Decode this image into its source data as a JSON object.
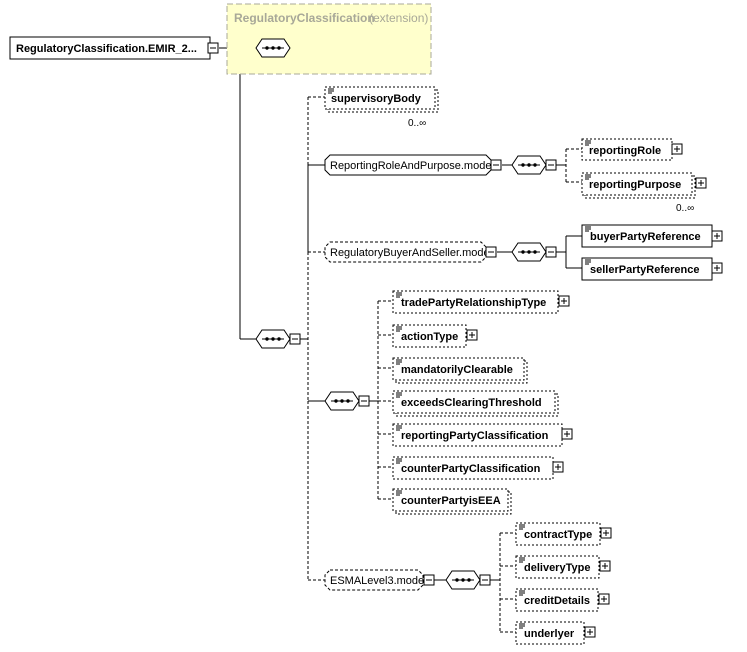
{
  "root": {
    "label": "RegulatoryClassification.EMIR_2..."
  },
  "extension": {
    "name": "RegulatoryClassification",
    "suffix": "(extension)"
  },
  "supervisory": {
    "label": "supervisoryBody",
    "cardinality": "0..∞"
  },
  "reporting_group": {
    "label": "ReportingRoleAndPurpose.model",
    "children": [
      {
        "label": "reportingRole"
      },
      {
        "label": "reportingPurpose",
        "cardinality": "0..∞"
      }
    ]
  },
  "buyer_seller_group": {
    "label": "RegulatoryBuyerAndSeller.model",
    "children": [
      {
        "label": "buyerPartyReference"
      },
      {
        "label": "sellerPartyReference"
      }
    ]
  },
  "party_sequence": {
    "children": [
      {
        "label": "tradePartyRelationshipType"
      },
      {
        "label": "actionType"
      },
      {
        "label": "mandatorilyClearable"
      },
      {
        "label": "exceedsClearingThreshold"
      },
      {
        "label": "reportingPartyClassification"
      },
      {
        "label": "counterPartyClassification"
      },
      {
        "label": "counterPartyisEEA"
      }
    ]
  },
  "esma_group": {
    "label": "ESMALevel3.model",
    "children": [
      {
        "label": "contractType"
      },
      {
        "label": "deliveryType"
      },
      {
        "label": "creditDetails"
      },
      {
        "label": "underlyer"
      }
    ]
  }
}
